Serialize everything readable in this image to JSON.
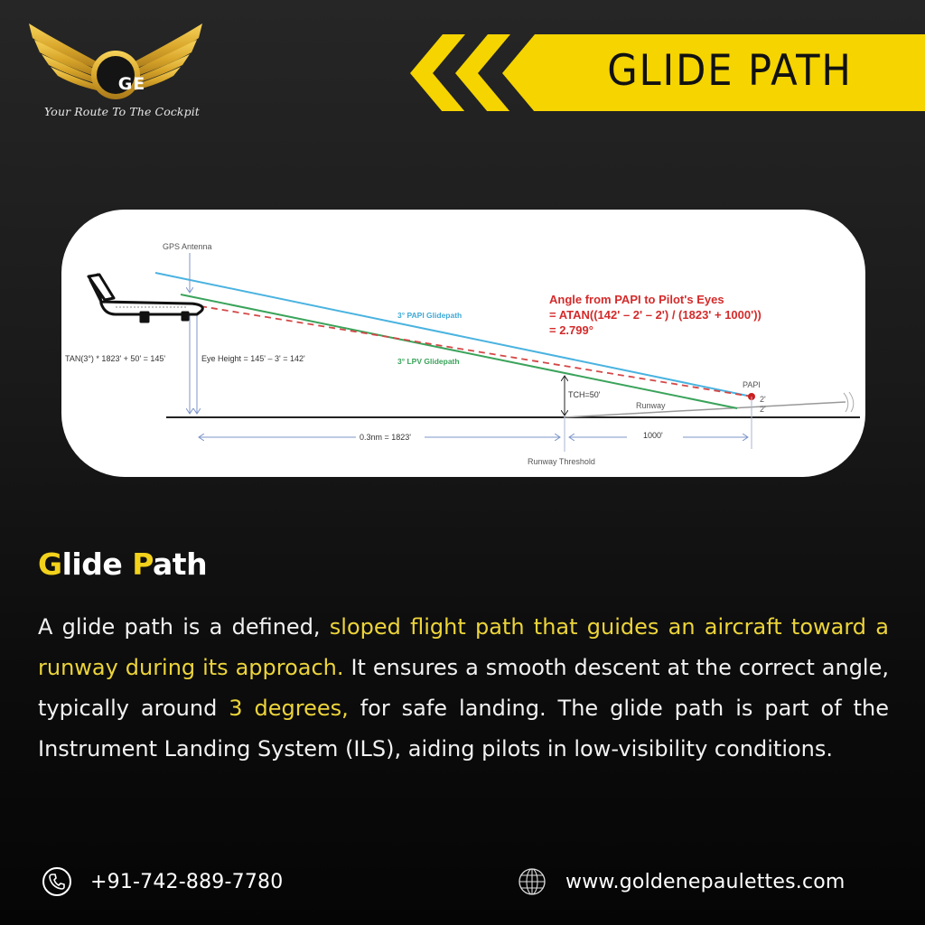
{
  "brand": {
    "logo_initials": "GE",
    "tagline": "Your Route To The  Cockpit",
    "logo_icon": "winged-emblem-icon",
    "gold": "#d9a72b"
  },
  "banner": {
    "title": "GLIDE PATH",
    "color": "#f5d400",
    "icon": "double-chevron-left-icon"
  },
  "diagram": {
    "labels": {
      "gps_antenna": "GPS Antenna",
      "tan_formula": "TAN(3°) * 1823' + 50' = 145'",
      "eye_height": "Eye Height = 145' – 3' = 142'",
      "papi_glidepath": "3° PAPI Glidepath",
      "lpv_glidepath": "3° LPV Glidepath",
      "tch": "TCH=50'",
      "runway": "Runway",
      "papi": "PAPI",
      "papi_offset_1": "2'",
      "papi_offset_2": "2'",
      "distance_1": "0.3nm = 1823'",
      "distance_2": "1000'",
      "runway_threshold": "Runway Threshold"
    },
    "calculation": {
      "line1": "Angle from PAPI to Pilot's Eyes",
      "line2": "= ATAN((142' – 2' – 2') / (1823' + 1000'))",
      "line3": "= 2.799°"
    },
    "colors": {
      "papi_line": "#4ab3e0",
      "lpv_line": "#3aa35a",
      "pilot_eye_line": "#d44848",
      "papi_light": "#cc1f1f",
      "dimension": "#7d95c8"
    }
  },
  "article": {
    "title_parts": [
      {
        "text": "G",
        "accent": true
      },
      {
        "text": "lide ",
        "accent": false
      },
      {
        "text": "P",
        "accent": true
      },
      {
        "text": "ath",
        "accent": false
      }
    ],
    "body_parts": [
      {
        "text": "A glide path is a defined, ",
        "hl": false
      },
      {
        "text": "sloped flight path that guides an aircraft toward a runway during its approach.",
        "hl": true
      },
      {
        "text": " It ensures a smooth descent at the correct angle, typically around ",
        "hl": false
      },
      {
        "text": "3 degrees,",
        "hl": true
      },
      {
        "text": " for safe landing. The glide path is part of the Instrument Landing System (ILS), aiding pilots in low-visibility conditions.",
        "hl": false
      }
    ],
    "accent_color": "#f2d21b"
  },
  "footer": {
    "phone": {
      "icon": "phone-icon",
      "text": "+91-742-889-7780"
    },
    "website": {
      "icon": "globe-icon",
      "text": "www.goldenepaulettes.com"
    }
  }
}
